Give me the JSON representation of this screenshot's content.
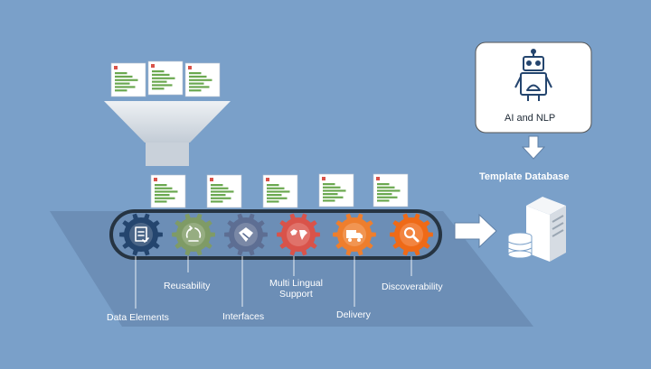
{
  "labels": {
    "data_elements": "Data Elements",
    "reusability": "Reusability",
    "interfaces": "Interfaces",
    "multilingual_line1": "Multi Lingual",
    "multilingual_line2": "Support",
    "delivery": "Delivery",
    "discoverability": "Discoverability",
    "ai_nlp": "AI and NLP",
    "template_db": "Template Database"
  },
  "gears": [
    {
      "name": "data-elements",
      "icon": "document-check-icon",
      "color": "#24456e"
    },
    {
      "name": "reusability",
      "icon": "recycle-icon",
      "color": "#7f9b66"
    },
    {
      "name": "interfaces",
      "icon": "interfaces-icon",
      "color": "#5d6e93"
    },
    {
      "name": "multilingual",
      "icon": "world-map-icon",
      "color": "#d9534a"
    },
    {
      "name": "delivery",
      "icon": "truck-icon",
      "color": "#ee7e2d"
    },
    {
      "name": "discoverability",
      "icon": "magnifier-icon",
      "color": "#ef6a17"
    }
  ],
  "colors": {
    "background": "#7aa0c9",
    "belt": "#263442",
    "platform": "#6a8cb4",
    "funnel": "#d5dce3"
  }
}
